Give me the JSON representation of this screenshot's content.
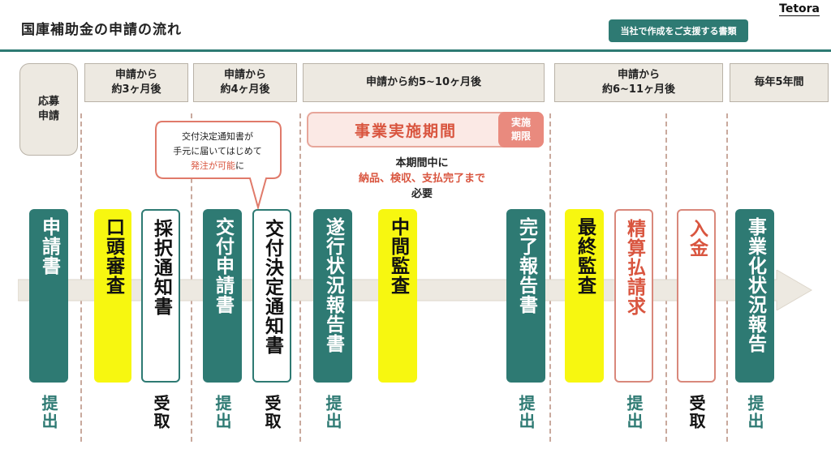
{
  "header": {
    "title": "国庫補助金の申請の流れ",
    "brand": "Tetora",
    "badge": "当社で作成をご支援する書類"
  },
  "columns": [
    {
      "line1": "応募",
      "line2": "申請"
    },
    {
      "line1": "申請から",
      "line2": "約3ヶ月後"
    },
    {
      "line1": "申請から",
      "line2": "約4ヶ月後"
    },
    {
      "line1": "申請から約5~10ヶ月後",
      "line2": ""
    },
    {
      "line1": "申請から",
      "line2": "約6~11ヶ月後"
    },
    {
      "line1": "毎年5年間",
      "line2": ""
    }
  ],
  "callout": {
    "line1": "交付決定通知書が",
    "line2": "手元に届いてはじめて",
    "line3_accent": "発注が可能",
    "line3_tail": "に"
  },
  "period": {
    "label": "事業実施期間",
    "tag1": "実施",
    "tag2": "期限"
  },
  "note": {
    "line1": "本期間中に",
    "line2": "納品、検収、支払完了まで",
    "line3": "必要"
  },
  "documents": [
    {
      "label": "申請書",
      "style": "teal",
      "action": "提出"
    },
    {
      "label": "口頭審査",
      "style": "yellow",
      "action": ""
    },
    {
      "label": "採択通知書",
      "style": "white",
      "action": "受取"
    },
    {
      "label": "交付申請書",
      "style": "teal",
      "action": "提出"
    },
    {
      "label": "交付決定通知書",
      "style": "white",
      "action": "受取"
    },
    {
      "label": "遂行状況報告書",
      "style": "teal",
      "action": "提出"
    },
    {
      "label": "中間監査",
      "style": "yellow",
      "action": ""
    },
    {
      "label": "完了報告書",
      "style": "teal",
      "action": "提出"
    },
    {
      "label": "最終監査",
      "style": "yellow",
      "action": ""
    },
    {
      "label": "精算払請求",
      "style": "red",
      "action": "提出"
    },
    {
      "label": "入金",
      "style": "red",
      "action": "受取"
    },
    {
      "label": "事業化状況報告",
      "style": "teal",
      "action": "提出"
    }
  ],
  "colors": {
    "teal": "#2e7a73",
    "yellow": "#f7f710",
    "accent_red": "#d9553f",
    "header_bg": "#ede9e1"
  }
}
